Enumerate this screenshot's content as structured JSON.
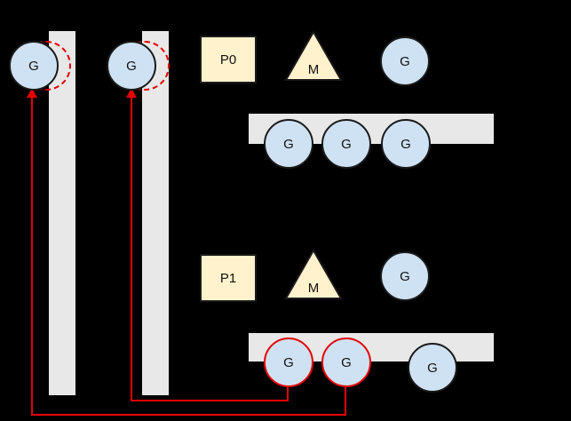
{
  "colors": {
    "background": "#000000",
    "queue_bar_fill": "#e8e8e8",
    "goroutine_fill": "#cfe2f3",
    "shape_stroke": "#1a1a1a",
    "processor_machine_fill": "#fff2cc",
    "highlight_red": "#e60000"
  },
  "left_columns": [
    {
      "goroutine": "G"
    },
    {
      "goroutine": "G"
    }
  ],
  "scheduler_groups": [
    {
      "processor": "P0",
      "machine": "M",
      "running_goroutine": "G",
      "queue_goroutines": [
        {
          "label": "G"
        },
        {
          "label": "G"
        },
        {
          "label": "G"
        }
      ]
    },
    {
      "processor": "P1",
      "machine": "M",
      "running_goroutine": "G",
      "queue_goroutines": [
        {
          "label": "G"
        },
        {
          "label": "G"
        }
      ],
      "detached_goroutine": "G"
    }
  ]
}
